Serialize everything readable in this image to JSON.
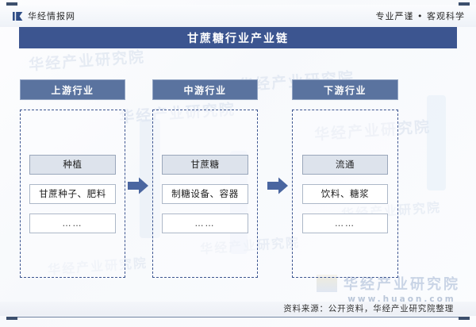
{
  "header": {
    "brand_icon": "flag-mark-icon",
    "brand_text": "华经情报网",
    "slogan": "专业严谨 • 客观科学"
  },
  "title": "甘蔗糖行业产业链",
  "columns": [
    {
      "head": "上游行业",
      "items": [
        {
          "label": "种植",
          "shaded": true
        },
        {
          "label": "甘蔗种子、肥料",
          "shaded": false
        },
        {
          "label": "……",
          "shaded": false
        }
      ]
    },
    {
      "head": "中游行业",
      "items": [
        {
          "label": "甘蔗糖",
          "shaded": true
        },
        {
          "label": "制糖设备、容器",
          "shaded": false
        },
        {
          "label": "……",
          "shaded": false
        }
      ]
    },
    {
      "head": "下游行业",
      "items": [
        {
          "label": "流通",
          "shaded": true
        },
        {
          "label": "饮料、糖浆",
          "shaded": false
        },
        {
          "label": "……",
          "shaded": false
        }
      ]
    }
  ],
  "arrows": [
    {
      "name": "arrow-upstream-to-midstream",
      "direction": "right"
    },
    {
      "name": "arrow-midstream-to-downstream",
      "direction": "right"
    }
  ],
  "footer": {
    "source": "资料来源：公开资料，华经产业研究院整理"
  },
  "watermark": {
    "cn": "华经产业研究院",
    "url": "www.huaon.com"
  },
  "colors": {
    "title_bar": "#3c5590",
    "column_head": "#5a739f",
    "dashed_border": "#3c5590",
    "arrow": "#4a66a0",
    "shaded_item": "#dde3ec",
    "watermark": "#c8d4e6"
  }
}
